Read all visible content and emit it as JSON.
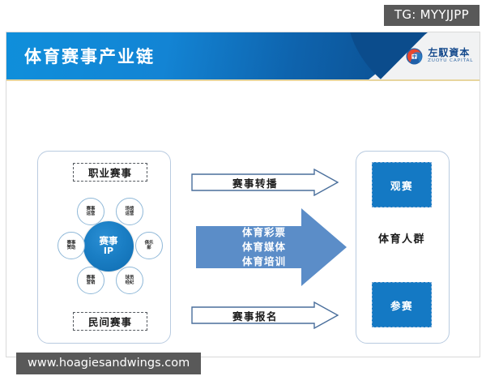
{
  "watermarks": {
    "top_tag": "TG: MYYJJPP",
    "site": "www.hoagiesandwings.com"
  },
  "slide": {
    "header": {
      "title": "体育赛事产业链",
      "logo": {
        "name_cn": "左馭資本",
        "name_en": "ZUOYU CAPITAL",
        "mark": "zuoyu-swirl-logo",
        "brand_color": "#14498c"
      },
      "band_color_start": "#0f8fdb",
      "band_color_end": "#0b4c8c",
      "rule_color": "#c9a227"
    },
    "left_panel": {
      "top_label": "职业赛事",
      "bottom_label": "民间赛事",
      "hub": {
        "core_line1": "赛事",
        "core_line2": "IP",
        "core_color": "#1a7ec4",
        "satellites": [
          {
            "line1": "赛事",
            "line2": "运营"
          },
          {
            "line1": "场馆",
            "line2": "运营"
          },
          {
            "line1": "赛事",
            "line2": "赞助"
          },
          {
            "line1": "俱乐",
            "line2": "部"
          },
          {
            "line1": "赛事",
            "line2": "营销"
          },
          {
            "line1": "球员",
            "line2": "经纪"
          }
        ]
      }
    },
    "arrows": {
      "top": {
        "label": "赛事转播",
        "style": "outline",
        "direction": "right"
      },
      "center": {
        "line1": "体育彩票",
        "line2": "体育媒体",
        "line3": "体育培训",
        "style": "filled",
        "fill_color": "#5b8dc8",
        "direction": "right"
      },
      "bottom": {
        "label": "赛事报名",
        "style": "outline",
        "direction": "right"
      }
    },
    "right_panel": {
      "top_box": "观赛",
      "center_label": "体育人群",
      "bottom_box": "参赛",
      "box_color": "#1479c4"
    }
  }
}
